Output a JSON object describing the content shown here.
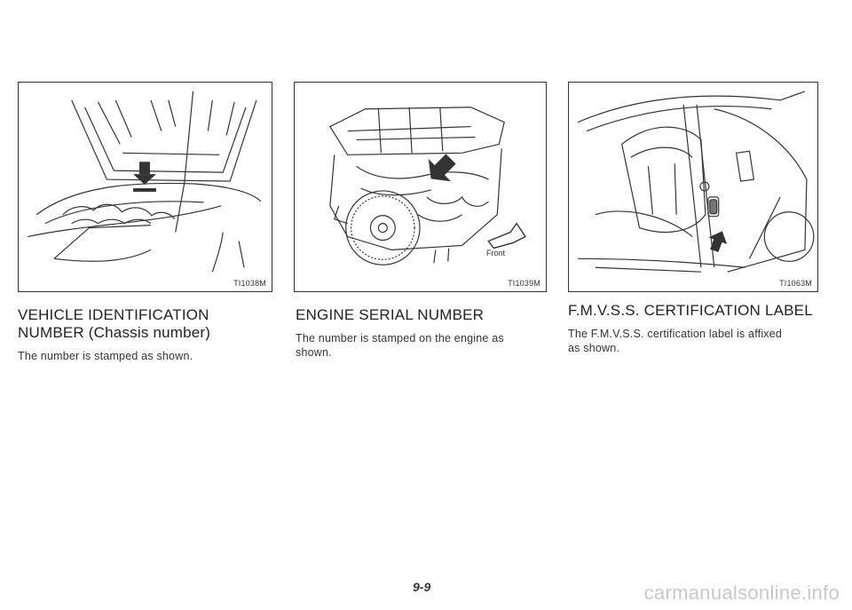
{
  "figures": [
    {
      "code": "TI1038M"
    },
    {
      "code": "TI1039M",
      "front_label": "Front"
    },
    {
      "code": "TI1063M"
    }
  ],
  "sections": [
    {
      "heading_line1": "VEHICLE IDENTIFICATION",
      "heading_line2": "NUMBER (Chassis number)",
      "body": "The number is stamped as shown."
    },
    {
      "heading_line1": "ENGINE SERIAL NUMBER",
      "body_line1": "The number is stamped on the engine as",
      "body_line2": "shown."
    },
    {
      "heading_line1": "F.M.V.S.S. CERTIFICATION LABEL",
      "body_line1": "The F.M.V.S.S. certification label is affixed",
      "body_line2": "as shown."
    }
  ],
  "page_number": "9-9",
  "watermark": "carmanualsonline.info"
}
